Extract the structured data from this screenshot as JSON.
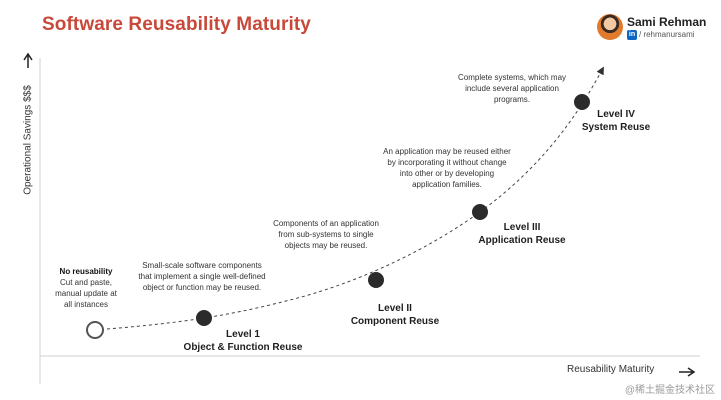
{
  "header": {
    "title": "Software Reusability Maturity",
    "author_name": "Sami Rehman",
    "author_handle": "/ rehmanursami",
    "linkedin_icon": "linkedin-icon"
  },
  "axes": {
    "y_label": "Operational Savings $$$",
    "x_label": "Reusability Maturity"
  },
  "stages": [
    {
      "title": "No reusability",
      "description": "Cut and paste, manual update at all instances",
      "level_label": "",
      "level_name": ""
    },
    {
      "title": "",
      "description": "Small-scale software components that implement a single well-defined object or function may be reused.",
      "level_label": "Level 1",
      "level_name": "Object & Function Reuse"
    },
    {
      "title": "",
      "description": "Components of an application from sub-systems to single objects may be reused.",
      "level_label": "Level II",
      "level_name": "Component Reuse"
    },
    {
      "title": "",
      "description": "An application may be reused either by incorporating it without change into other or by developing application families.",
      "level_label": "Level III",
      "level_name": "Application Reuse"
    },
    {
      "title": "",
      "description": "Complete systems, which may include several application programs.",
      "level_label": "Level IV",
      "level_name": "System Reuse"
    }
  ],
  "watermark": "@稀土掘金技术社区"
}
